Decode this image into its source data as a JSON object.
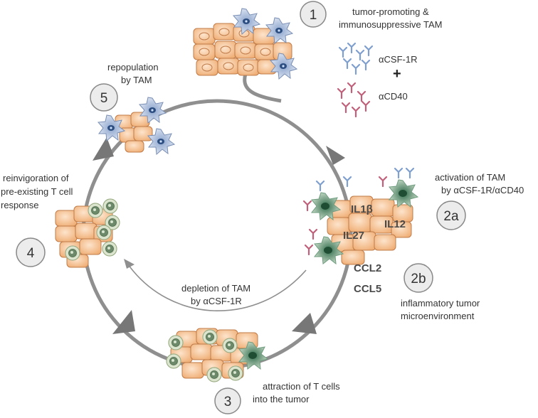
{
  "steps": {
    "s1": {
      "number": "1",
      "label_line1": "tumor-promoting &",
      "label_line2": "immunosuppressive TAM"
    },
    "s2a": {
      "number": "2a",
      "label_line1": "activation of TAM",
      "label_line2": "by αCSF-1R/αCD40"
    },
    "s2b": {
      "number": "2b",
      "label_line1": "inflammatory tumor",
      "label_line2": "microenvironment"
    },
    "s3": {
      "number": "3",
      "label_line1": "attraction of T cells",
      "label_line2": "into the tumor"
    },
    "s4": {
      "number": "4",
      "label_line1": "reinvigoration of",
      "label_line2": "pre-existing T cell",
      "label_line3": "response"
    },
    "s5": {
      "number": "5",
      "label_line1": "repopulation",
      "label_line2": "by TAM"
    }
  },
  "antibodies": {
    "csf1r": "αCSF-1R",
    "plus": "+",
    "cd40": "αCD40"
  },
  "cytokines": {
    "il1b": "IL1β",
    "il12": "IL12",
    "il27": "IL27",
    "ccl2": "CCL2",
    "ccl5": "CCL5"
  },
  "depletion": {
    "line1": "depletion of TAM",
    "line2": "by αCSF-1R"
  },
  "colors": {
    "tumor_cell": "#f5c49a",
    "tumor_outline": "#c07c4a",
    "tam_blue": "#c9d6ea",
    "tam_green": "#6f9c7f",
    "tcell": "#d7e5c6",
    "cycle": "#8a8a8a",
    "antibody_blue": "#7f9fcf",
    "antibody_red": "#c0607a"
  }
}
